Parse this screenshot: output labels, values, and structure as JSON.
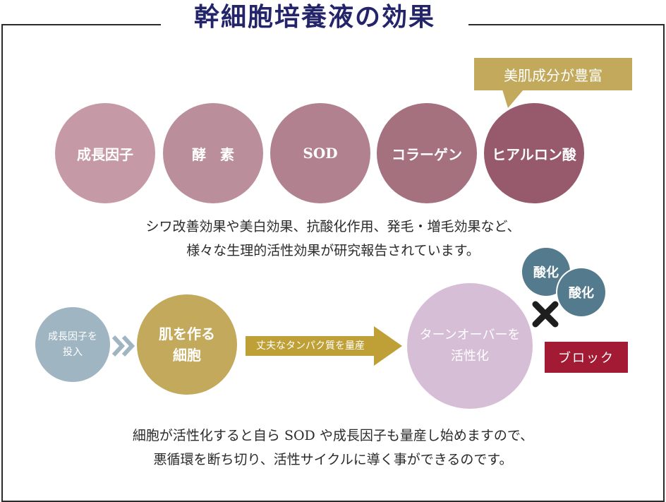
{
  "title": "幹細胞培養液の効果",
  "ingredients": [
    {
      "label": "成長因子",
      "color": "#c59aa6"
    },
    {
      "label": "酵　素",
      "color": "#bb8e9b"
    },
    {
      "label": "SOD",
      "color": "#b1818f"
    },
    {
      "label": "コラーゲン",
      "color": "#a6717f"
    },
    {
      "label": "ヒアルロン酸",
      "color": "#97596c"
    }
  ],
  "callout": "美肌成分が豊富",
  "effects_desc": {
    "line1": "シワ改善効果や美白効果、抗酸化作用、発毛・増毛効果など、",
    "line2": "様々な生理的活性効果が研究報告されています。"
  },
  "flow": {
    "input": {
      "line1": "成長因子を",
      "line2": "投入",
      "color": "#9fb6c2"
    },
    "cell": {
      "line1": "肌を作る",
      "line2": "細胞",
      "color": "#c3a95b"
    },
    "arrow_label": "丈夫なタンパク質を量産",
    "turnover": {
      "line1": "ターンオーバーを",
      "line2": "活性化",
      "color": "#d6bfd6"
    },
    "oxidation": [
      "酸化",
      "酸化"
    ],
    "oxidation_color": "#547b8d",
    "block": "ブロック"
  },
  "result_desc": {
    "line1": "細胞が活性化すると自ら SOD や成長因子も量産し始めますので、",
    "line2": "悪循環を断ち切り、活性サイクルに導く事ができるのです。"
  }
}
